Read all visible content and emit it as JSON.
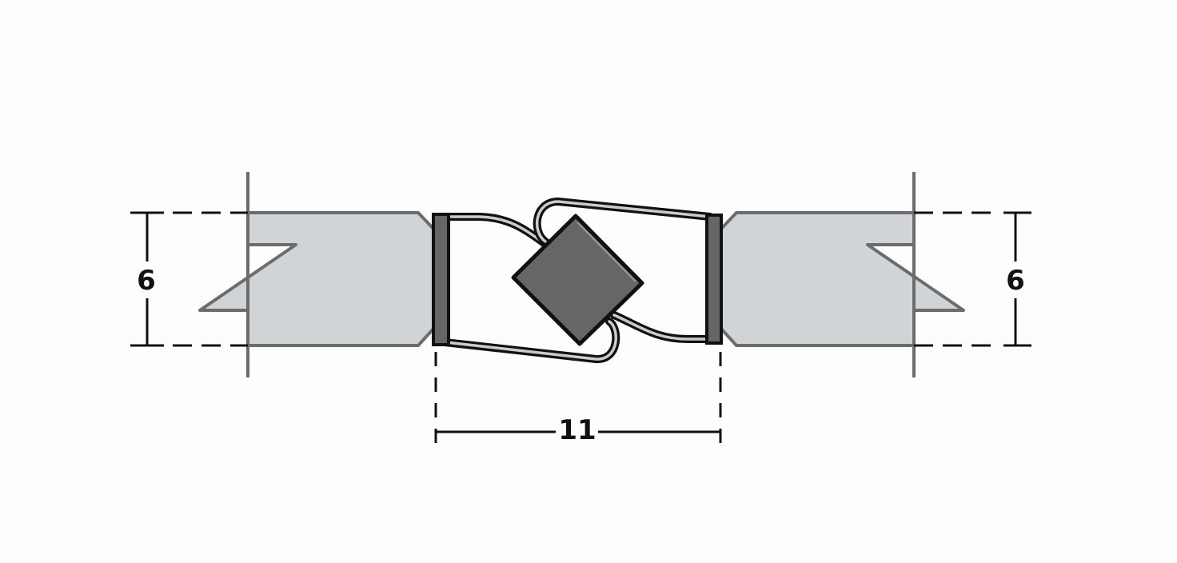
{
  "diagram": {
    "dimensions": {
      "left_height": "6",
      "right_height": "6",
      "gap_width": "11"
    },
    "colors": {
      "panel_fill": "#d0d4d7",
      "panel_stroke": "#6c6c6c",
      "connector_fill": "#666666",
      "line": "#111111"
    }
  }
}
